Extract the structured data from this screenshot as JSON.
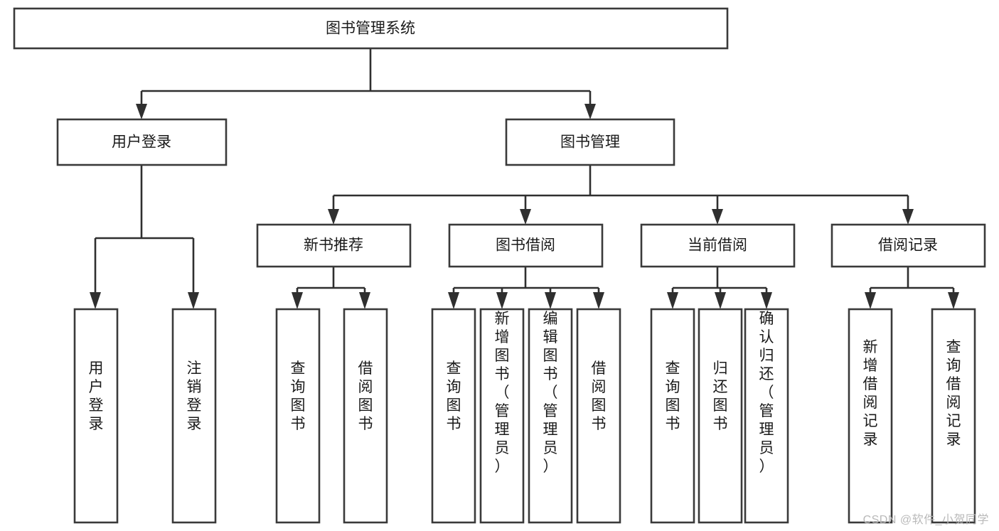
{
  "diagram": {
    "type": "tree-hierarchy",
    "title": "图书管理系统",
    "watermark": "CSDN @软件_小贺同学",
    "colors": {
      "box_stroke": "#3a3a3a",
      "box_fill": "#ffffff",
      "connector": "#2f2f2f",
      "text": "#1a1a1a",
      "watermark": "#b9b9b9",
      "background": "#ffffff"
    },
    "levels": {
      "root": {
        "label": "图书管理系统"
      },
      "level2": [
        {
          "label": "用户登录"
        },
        {
          "label": "图书管理"
        }
      ],
      "level3": [
        {
          "label": "新书推荐"
        },
        {
          "label": "图书借阅"
        },
        {
          "label": "当前借阅"
        },
        {
          "label": "借阅记录"
        }
      ]
    },
    "leaves": {
      "user_login": [
        {
          "label": "用户登录"
        },
        {
          "label": "注销登录"
        }
      ],
      "new_book_recommend": [
        {
          "label": "查询图书"
        },
        {
          "label": "借阅图书"
        }
      ],
      "book_borrow": [
        {
          "label": "查询图书"
        },
        {
          "label": "新增图书（管理员）"
        },
        {
          "label": "编辑图书（管理员）"
        },
        {
          "label": "借阅图书"
        }
      ],
      "current_borrow": [
        {
          "label": "查询图书"
        },
        {
          "label": "归还图书"
        },
        {
          "label": "确认归还（管理员）"
        }
      ],
      "borrow_record": [
        {
          "label": "新增借阅记录"
        },
        {
          "label": "查询借阅记录"
        }
      ]
    }
  }
}
